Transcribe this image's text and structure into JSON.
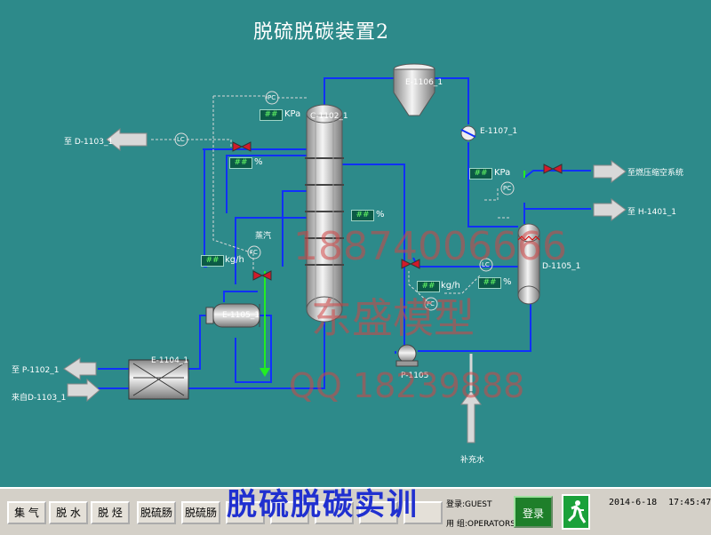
{
  "title": "脱硫脱碳装置2",
  "equipment": {
    "absorber": "C-1102_1",
    "separator": "E-1106_1",
    "cooler_top": "E-1107_1",
    "flash_drum": "D-1105_1",
    "exchanger": "E-1104_1",
    "reboiler": "E-1105_1",
    "pump": "P-1105"
  },
  "streams": {
    "to_d1103": "至 D-1103_1",
    "to_p1102": "至 P-1102_1",
    "from_d1103": "来自D-1103_1",
    "to_fuel": "至燃压缩空系统",
    "to_h1401": "至 H-1401_1",
    "steam": "蒸汽",
    "makeup_water": "补充水"
  },
  "controllers": {
    "pc1": "PC",
    "lc1": "LC",
    "fc1": "FC",
    "pc2": "PC",
    "lc2": "LC",
    "fc2": "FC"
  },
  "readouts": {
    "pressure_top": {
      "value": "##",
      "unit": "KPa"
    },
    "valve_top": {
      "value": "##",
      "unit": "%"
    },
    "level_col": {
      "value": "##",
      "unit": "%"
    },
    "steam_flow": {
      "value": "##",
      "unit": "kg/h"
    },
    "pressure_right": {
      "value": "##",
      "unit": "KPa"
    },
    "flow_mid": {
      "value": "##",
      "unit": "kg/h"
    },
    "level_drum": {
      "value": "##",
      "unit": "%"
    }
  },
  "watermarks": {
    "phone": "18874006666",
    "brand": "东盛模型",
    "qq": "QQ 18239888"
  },
  "toolbar": {
    "buttons": [
      "集 气",
      "脱 水",
      "脱 烃",
      "脱硫肠",
      "脱硫肠",
      "",
      "",
      "",
      "",
      ""
    ],
    "overlay_text": "脱硫脱碳实训",
    "user_line1": "登录:GUEST",
    "user_line2": "用 组:OPERATORS",
    "login_label": "登录",
    "date": "2014-6-18",
    "time": "17:45:47"
  },
  "colors": {
    "background": "#2d8a8a",
    "pipe": "#1030ff",
    "green_line": "#22ee22"
  }
}
